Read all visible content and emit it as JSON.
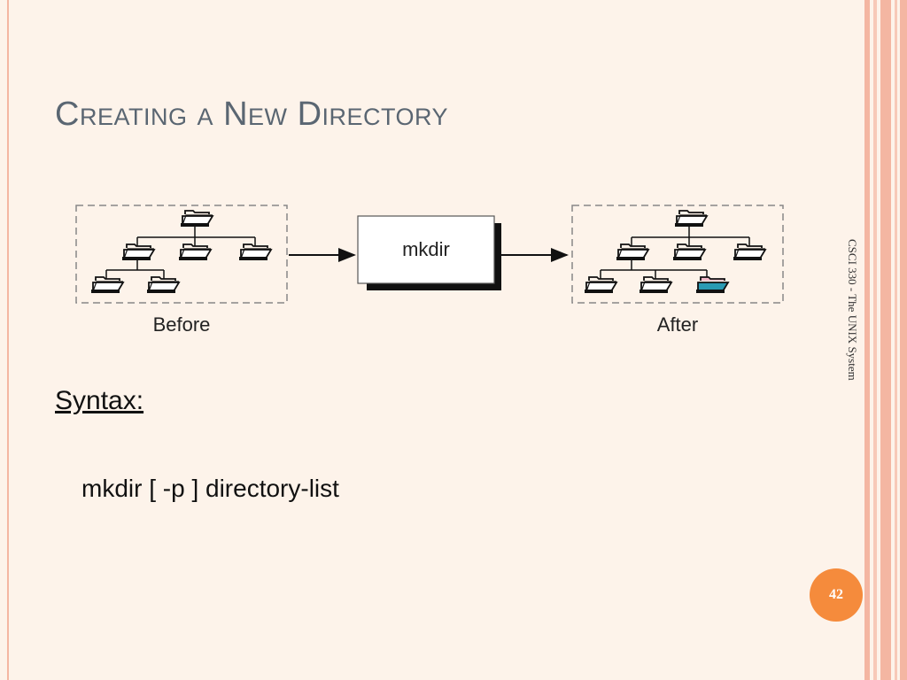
{
  "slide": {
    "title": "Creating a New Directory",
    "side_footer": "CSCI 330 - The UNIX System",
    "page_number": "42"
  },
  "diagram": {
    "before_label": "Before",
    "command_label": "mkdir",
    "after_label": "After",
    "new_folder_color": "#2a9ab3",
    "new_folder_tab_color": "#f3b8c8"
  },
  "syntax": {
    "label": "Syntax:",
    "command": "mkdir [ -p ] directory-list"
  },
  "theme": {
    "background": "#fdf3ea",
    "accent": "#f58b3c",
    "stripe": "#f4b6a2"
  }
}
